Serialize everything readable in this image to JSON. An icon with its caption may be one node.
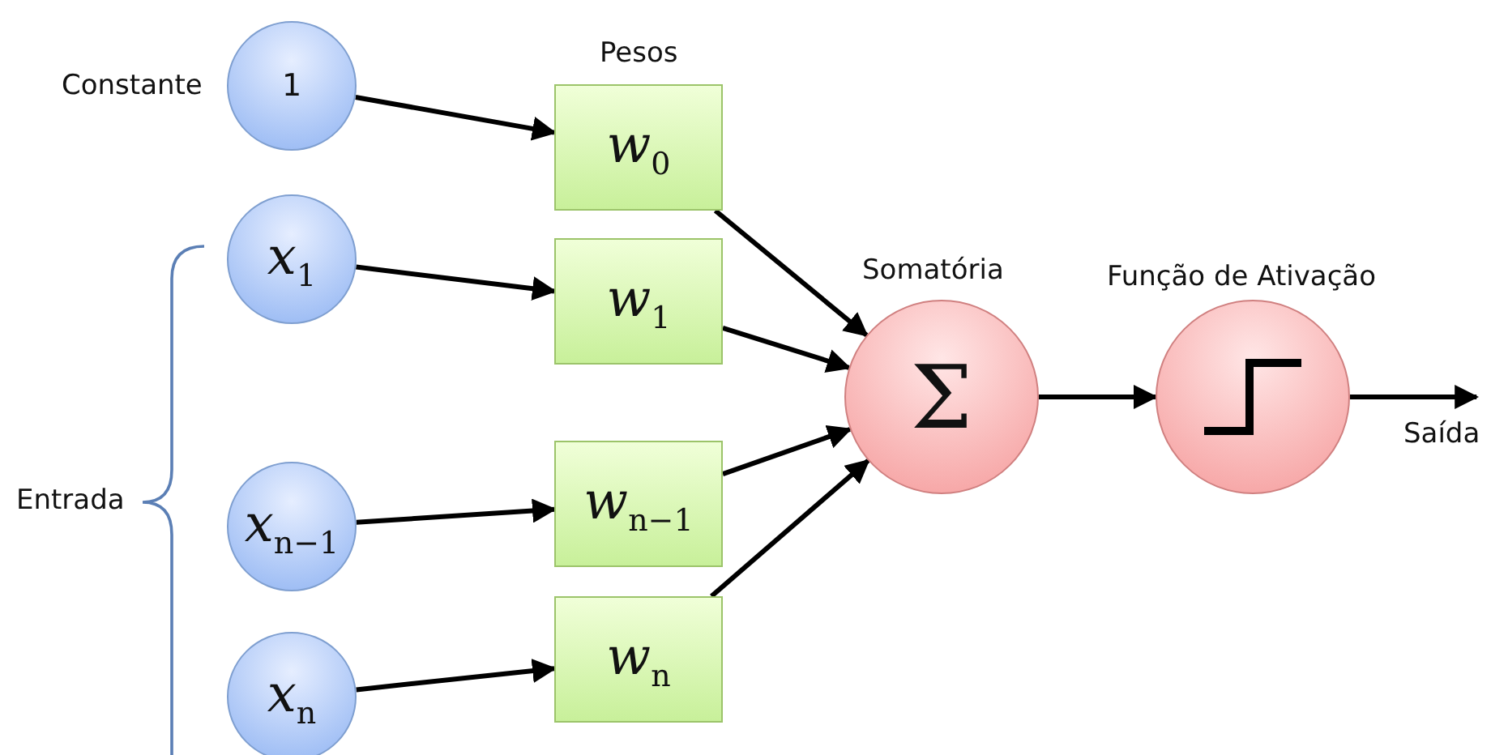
{
  "diagram": {
    "nodes": [
      {
        "text": [
          "1"
        ],
        "beside": [
          "Constante"
        ]
      },
      {
        "text": [
          "x$_{1}$"
        ]
      },
      {
        "text": [
          "x$_{n−1}$"
        ]
      },
      {
        "text": [
          "x$_{n}$"
        ]
      },
      {
        "text": [
          "w$_{0}$"
        ]
      },
      {
        "text": [
          "w$_{1}$"
        ]
      },
      {
        "text": [
          "w$_{n−1}$"
        ]
      },
      {
        "text": [
          "w$_{n}$"
        ]
      },
      {
        "text": [
          "Somatória",
          "Σ"
        ]
      },
      {
        "text": [
          "Função de Ativação"
        ]
      },
      {
        "text": [
          "Saída"
        ]
      }
    ],
    "edges": [
      {
        "from": 0,
        "to": 4,
        "arrow": "to"
      },
      {
        "from": 1,
        "to": 5,
        "arrow": "to"
      },
      {
        "from": 2,
        "to": 6,
        "arrow": "to"
      },
      {
        "from": 3,
        "to": 7,
        "arrow": "to"
      },
      {
        "from": 4,
        "to": 8,
        "arrow": "to"
      },
      {
        "from": 5,
        "to": 8,
        "arrow": "to"
      },
      {
        "from": 6,
        "to": 8,
        "arrow": "to"
      },
      {
        "from": 7,
        "to": 8,
        "arrow": "to"
      },
      {
        "from": 8,
        "to": 9,
        "arrow": "to"
      },
      {
        "from": 9,
        "to": 10,
        "arrow": "to"
      }
    ],
    "labels": [
      "Pesos",
      "Entrada"
    ]
  }
}
